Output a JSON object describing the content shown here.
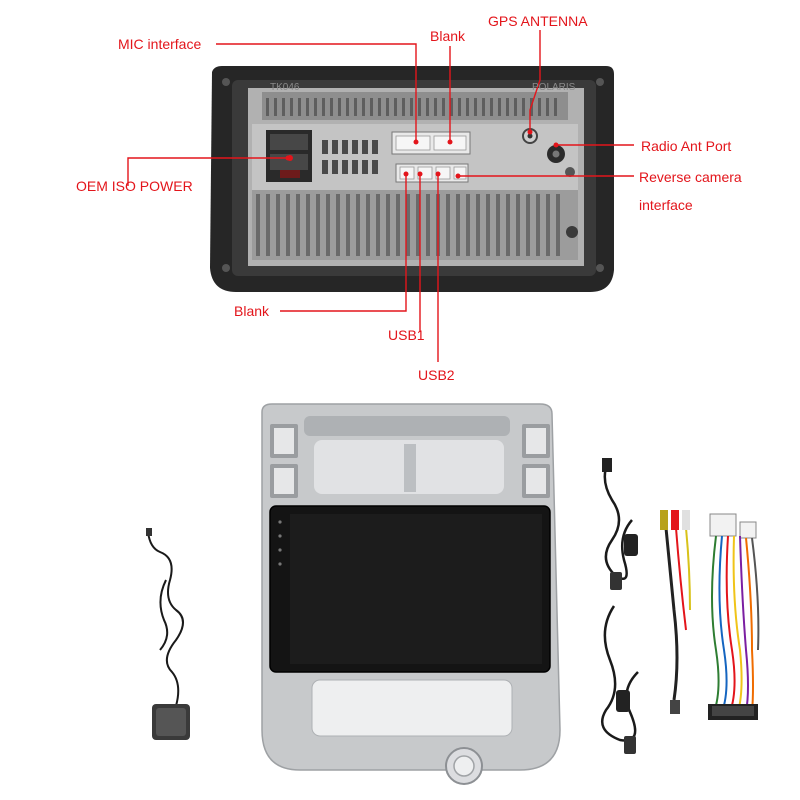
{
  "colors": {
    "label_text": "#e3151b",
    "leader_line": "#e3151b",
    "unit_body": "#2b2b2b",
    "heatsink": "#9a9a9a",
    "bezel": "#c7c9cb",
    "screen": "#141414"
  },
  "labels": {
    "mic_interface": "MIC interface",
    "blank_top": "Blank",
    "gps_antenna": "GPS ANTENNA",
    "radio_ant_port": "Radio Ant Port",
    "oem_iso_power": "OEM ISO POWER",
    "reverse_camera_line1": "Reverse camera",
    "reverse_camera_line2": "interface",
    "blank_bottom": "Blank",
    "usb1": "USB1",
    "usb2": "USB2"
  },
  "rear_panel": {
    "model_mark": "TK046",
    "brand_mark": "POLARIS"
  },
  "components": [
    {
      "name": "gps-antenna-cable-icon"
    },
    {
      "name": "head-unit-with-bezel-icon"
    },
    {
      "name": "usb-cable-1-icon"
    },
    {
      "name": "usb-cable-2-icon"
    },
    {
      "name": "rca-cable-icon"
    },
    {
      "name": "iso-power-harness-icon"
    }
  ]
}
